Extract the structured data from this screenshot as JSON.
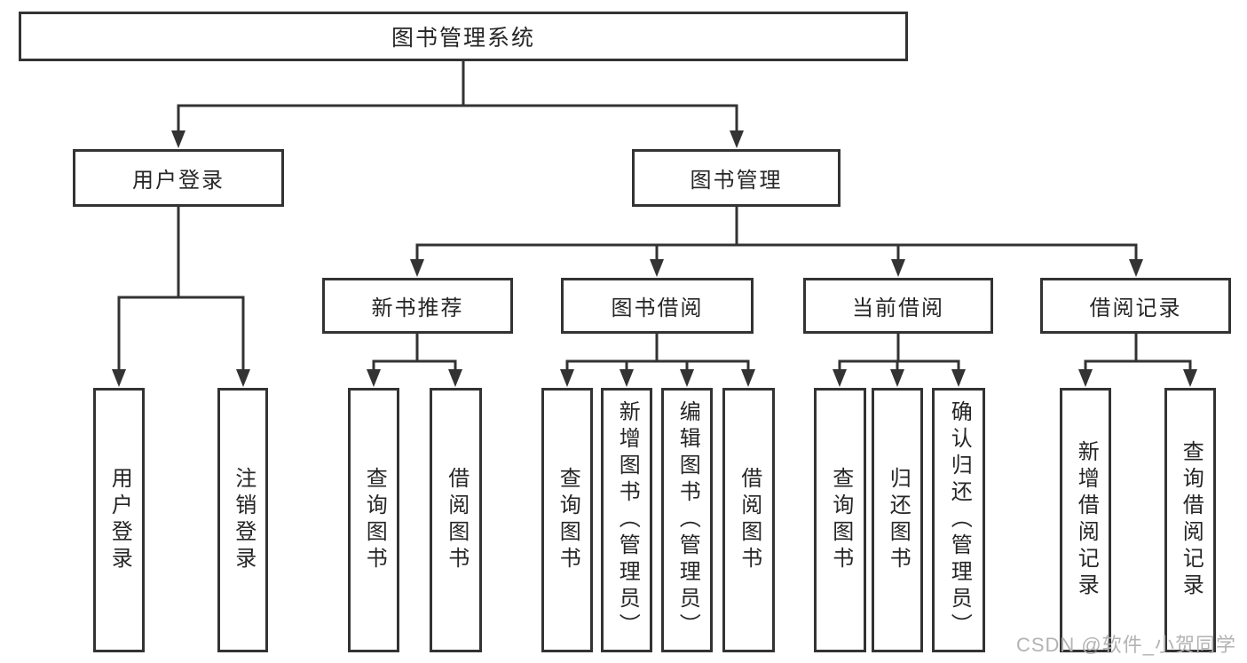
{
  "diagram": {
    "root": "图书管理系统",
    "branches": [
      {
        "label": "用户登录",
        "children": [
          "用户登录",
          "注销登录"
        ]
      },
      {
        "label": "图书管理",
        "groups": [
          {
            "label": "新书推荐",
            "children": [
              "查询图书",
              "借阅图书"
            ]
          },
          {
            "label": "图书借阅",
            "children": [
              "查询图书",
              "新增图书（管理员）",
              "编辑图书（管理员）",
              "借阅图书"
            ]
          },
          {
            "label": "当前借阅",
            "children": [
              "查询图书",
              "归还图书",
              "确认归还（管理员）"
            ]
          },
          {
            "label": "借阅记录",
            "children": [
              "新增借阅记录",
              "查询借阅记录"
            ]
          }
        ]
      }
    ]
  },
  "watermark": "CSDN @软件_小贺同学",
  "colors": {
    "line": "#333333",
    "text": "#262626",
    "watermark": "#b3b3b3",
    "background": "#ffffff"
  }
}
